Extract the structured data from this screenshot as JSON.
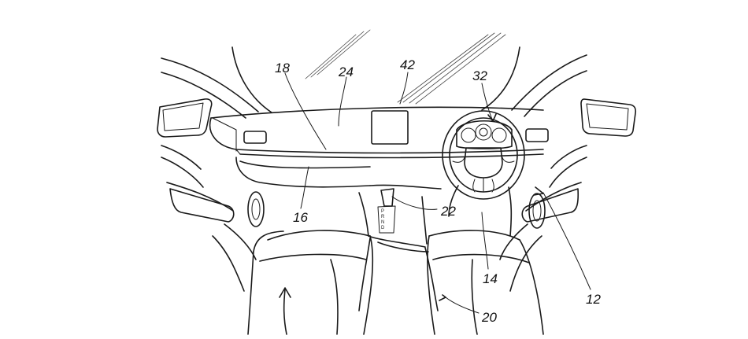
{
  "figure": {
    "reference_numerals": {
      "instrument_panel": "18",
      "dash_top": "24",
      "display": "42",
      "instrument_cluster": "32",
      "airbag_seam": "16",
      "gear_shifter": "22",
      "steering_column": "14",
      "passenger_side": "12",
      "console": "20"
    },
    "shifter_letters": [
      "P",
      "R",
      "N",
      "D"
    ]
  }
}
